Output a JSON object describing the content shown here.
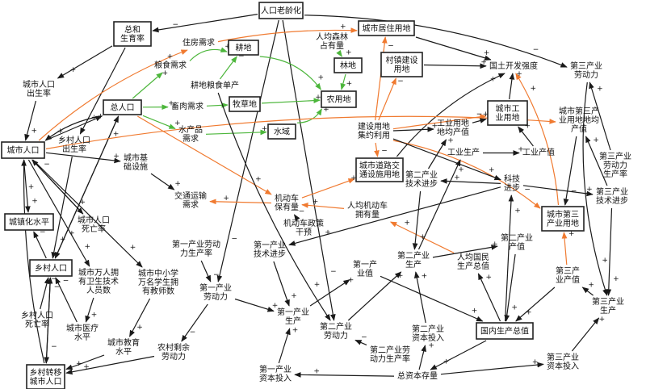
{
  "colors": {
    "black": "#1a1a1a",
    "orange": "#f07a30",
    "green": "#4cb63b",
    "box": "#222222"
  },
  "boxes": [
    {
      "id": "aging",
      "text": "人口老龄化"
    },
    {
      "id": "tfr",
      "text": "总和\n生育率"
    },
    {
      "id": "resland",
      "text": "城市居住用地"
    },
    {
      "id": "farmland",
      "text": "耕地"
    },
    {
      "id": "forest",
      "text": "林地"
    },
    {
      "id": "village",
      "text": "村镇建设\n用地"
    },
    {
      "id": "totalpop",
      "text": "总人口"
    },
    {
      "id": "grass",
      "text": "牧草地"
    },
    {
      "id": "agriland",
      "text": "农用地"
    },
    {
      "id": "water",
      "text": "水域"
    },
    {
      "id": "indland",
      "text": "城市工\n业用地"
    },
    {
      "id": "urbanpop",
      "text": "城市人口"
    },
    {
      "id": "urbanrate",
      "text": "城镇化水平"
    },
    {
      "id": "roadland",
      "text": "城市道路交\n通设施用地"
    },
    {
      "id": "tertland",
      "text": "城市第三\n产业用地"
    },
    {
      "id": "ruralpop",
      "text": "乡村人口"
    },
    {
      "id": "gdp",
      "text": "国内生产总值"
    },
    {
      "id": "migrate",
      "text": "乡村转移\n城市人口"
    }
  ],
  "labels": [
    {
      "id": "urban_birth",
      "text": "城市人口\n出生率"
    },
    {
      "id": "housing",
      "text": "住房需求"
    },
    {
      "id": "forest_pc",
      "text": "人均森林\n占有量"
    },
    {
      "id": "land_intensity",
      "text": "国土开发强度"
    },
    {
      "id": "tert_labor",
      "text": "第三产业\n劳动力"
    },
    {
      "id": "grain",
      "text": "粮食需求"
    },
    {
      "id": "grain_yield",
      "text": "耕地粮食单产"
    },
    {
      "id": "meat",
      "text": "畜肉需求"
    },
    {
      "id": "aquatic",
      "text": "水产品\n需求"
    },
    {
      "id": "rural_birth",
      "text": "乡村人口\n出生率"
    },
    {
      "id": "land_eff",
      "text": "建设用地\n集约利用"
    },
    {
      "id": "ind_out_per_land",
      "text": "工业用地\n地均产值"
    },
    {
      "id": "tert_out_per_land",
      "text": "城市第三产\n业用地地均\n产值"
    },
    {
      "id": "ind_prod",
      "text": "工业生产"
    },
    {
      "id": "ind_value",
      "text": "工业产值"
    },
    {
      "id": "tert_lab_rate",
      "text": "第三产业\n劳动力\n生产率"
    },
    {
      "id": "infra",
      "text": "城市基\n础设施"
    },
    {
      "id": "transport",
      "text": "交通运输\n需求"
    },
    {
      "id": "vehicles",
      "text": "机动车\n保有量"
    },
    {
      "id": "tech",
      "text": "科技\n进步"
    },
    {
      "id": "tert_tech",
      "text": "第三产业\n技术进步"
    },
    {
      "id": "sec_tech",
      "text": "第二产业\n技术进步"
    },
    {
      "id": "veh_pc",
      "text": "人均机动车\n拥有量"
    },
    {
      "id": "urban_death",
      "text": "城市人口\n死亡率"
    },
    {
      "id": "veh_policy",
      "text": "机动车政策\n干预"
    },
    {
      "id": "pri_lab_rate",
      "text": "第一产业劳动\n力生产率"
    },
    {
      "id": "pri_tech",
      "text": "第一产业\n技术进步"
    },
    {
      "id": "sec_value",
      "text": "第二产业\n产值"
    },
    {
      "id": "gdp_pc",
      "text": "人均国民\n生产总值"
    },
    {
      "id": "doctors",
      "text": "城市万人拥\n有卫生技术\n人员数"
    },
    {
      "id": "teachers",
      "text": "城市中小学\n万名学生拥\n有教师数"
    },
    {
      "id": "pri_value",
      "text": "第一产\n业值"
    },
    {
      "id": "sec_prod",
      "text": "第二产业\n生产"
    },
    {
      "id": "tert_value",
      "text": "第三产\n业产值"
    },
    {
      "id": "pri_labor",
      "text": "第一产业\n劳动力"
    },
    {
      "id": "tert_prod",
      "text": "第三产业\n生产"
    },
    {
      "id": "rural_death",
      "text": "乡村人口\n死亡率"
    },
    {
      "id": "medical",
      "text": "城市医疗\n水平"
    },
    {
      "id": "pri_prod",
      "text": "第一产业\n生产"
    },
    {
      "id": "sec_labor",
      "text": "第二产业\n劳动力"
    },
    {
      "id": "education",
      "text": "城市教育\n水平"
    },
    {
      "id": "surplus",
      "text": "农村剩余\n劳动力"
    },
    {
      "id": "sec_invest",
      "text": "第二产业\n资本投入"
    },
    {
      "id": "sec_lab_rate",
      "text": "第二产业劳\n动力生产率"
    },
    {
      "id": "tert_invest",
      "text": "第三产业\n资本投入"
    },
    {
      "id": "pri_invest",
      "text": "第一产业\n资本投入"
    },
    {
      "id": "capital",
      "text": "总资本存量"
    }
  ]
}
